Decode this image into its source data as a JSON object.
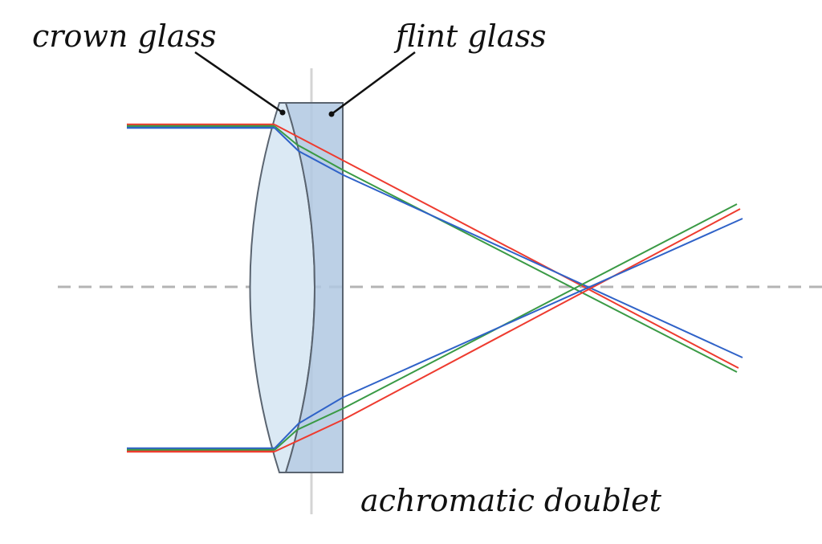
{
  "labels": {
    "crown": "crown glass",
    "flint": "flint glass",
    "doublet": "achromatic doublet"
  },
  "colors": {
    "crown_fill": "#dbe9f4",
    "flint_fill": "#b0c8e2",
    "lens_stroke": "#5a6470",
    "axis": "#b4b4b4",
    "leader": "#111111",
    "red": "#ee3b2f",
    "green": "#3a9a45",
    "blue": "#2f62c8"
  },
  "rays": [
    "red",
    "green",
    "blue"
  ]
}
